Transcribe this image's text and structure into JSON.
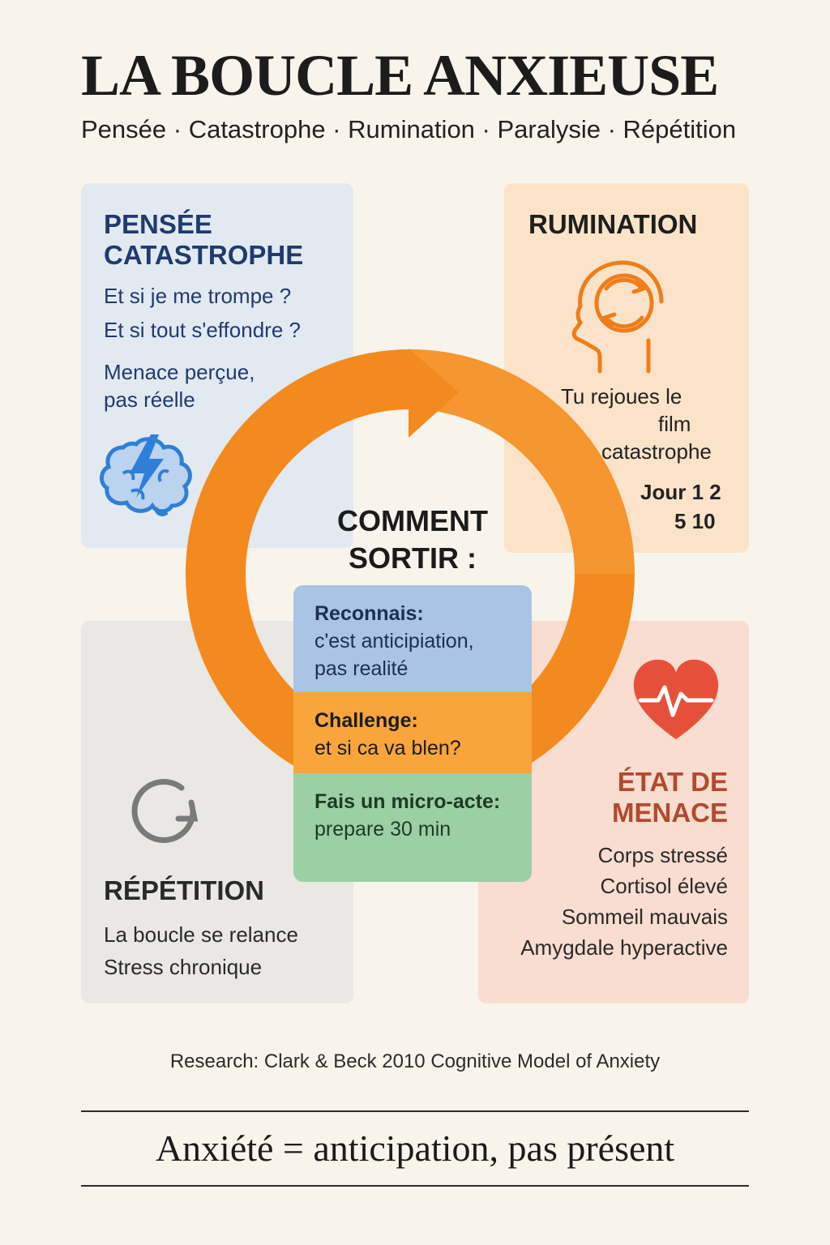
{
  "title": "LA BOUCLE ANXIEUSE",
  "subtitle": "Pensée · Catastrophe · Rumination · Paralysie · Répétition",
  "cards": {
    "thought": {
      "heading_line1": "PENSÉE",
      "heading_line2": "CATASTROPHE",
      "line1": "Et si je me trompe ?",
      "line2": "Et si tout s'effondre ?",
      "line3": "Menace perçue,",
      "line4": "pas réelle",
      "icon": "brain-lightning-icon"
    },
    "rumination": {
      "heading": "RUMINATION",
      "line1": "Tu rejoues le",
      "line2": "film",
      "line3": "catastrophe",
      "days_line1": "Jour 1 2",
      "days_line2": "5 10",
      "icon": "head-cycle-icon"
    },
    "repetition": {
      "heading": "RÉPÉTITION",
      "line1": "La boucle se relance",
      "line2": "Stress chronique",
      "icon": "refresh-icon"
    },
    "threat": {
      "heading_line1": "ÉTAT DE",
      "heading_line2": "MENACE",
      "line1": "Corps stressé",
      "line2": "Cortisol élevé",
      "line3": "Sommeil mauvais",
      "line4": "Amygdale hyperactive",
      "icon": "heart-pulse-icon"
    }
  },
  "center": {
    "heading_line1": "COMMENT",
    "heading_line2": "SORTIR :",
    "steps": [
      {
        "label": "Reconnais:",
        "text": "c'est anticipiation, pas realité"
      },
      {
        "label": "Challenge:",
        "text": "et si ca va blen?"
      },
      {
        "label": "Fais un micro-acte:",
        "text": "prepare 30 min"
      }
    ]
  },
  "research": "Research: Clark & Beck 2010 Cognitive Model of Anxiety",
  "footer": "Anxiété = anticipation, pas présent",
  "colors": {
    "loop": "#f28a1f",
    "loop_light": "#f7a03e",
    "brain_icon": "#2f7fd6",
    "head_icon": "#ef7d1a",
    "heart_icon": "#e6503b",
    "refresh_icon": "#7a7a7a"
  }
}
